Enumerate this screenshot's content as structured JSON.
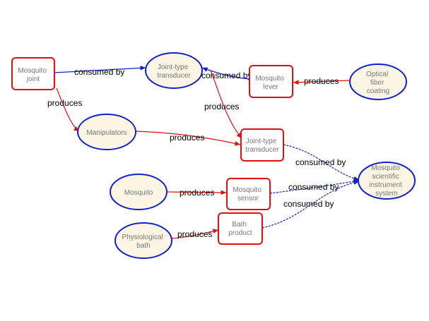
{
  "colors": {
    "produces": "#dd1111",
    "consumed_by": "#1122cc",
    "ellipse_fill": "#fbf6e4",
    "node_text": "#777777"
  },
  "nodes": {
    "mosquito_joint": {
      "shape": "rect",
      "lines": [
        "Mosquito",
        "joint"
      ]
    },
    "joint_transducer_top": {
      "shape": "ellipse",
      "lines": [
        "Joint-type",
        "transducer"
      ]
    },
    "mosquito_lever": {
      "shape": "rect",
      "lines": [
        "Mosquito",
        "lever"
      ]
    },
    "optical_fiber": {
      "shape": "ellipse",
      "lines": [
        "Optical",
        "fiber",
        "coating"
      ]
    },
    "manipulators": {
      "shape": "ellipse",
      "lines": [
        "Manipulators"
      ]
    },
    "joint_transducer_mid": {
      "shape": "rect",
      "lines": [
        "Joint-type",
        "transducer"
      ]
    },
    "mosquito_instrument": {
      "shape": "ellipse",
      "lines": [
        "Mosquito",
        "scientific",
        "instrument",
        "system"
      ]
    },
    "mosquito": {
      "shape": "ellipse",
      "lines": [
        "Mosquito"
      ]
    },
    "mosquito_sensor": {
      "shape": "rect",
      "lines": [
        "Mosquito",
        "sensor"
      ]
    },
    "physiological_bath": {
      "shape": "ellipse",
      "lines": [
        "Physiological",
        "bath"
      ]
    },
    "bath_product": {
      "shape": "rect",
      "lines": [
        "Bath",
        "product"
      ]
    }
  },
  "edges": [
    {
      "id": "e1",
      "kind": "consumed_by",
      "label": "consumed by"
    },
    {
      "id": "e2",
      "kind": "produces",
      "label": "produces"
    },
    {
      "id": "e3",
      "kind": "consumed_by",
      "label": "consumed by"
    },
    {
      "id": "e4",
      "kind": "produces",
      "label": "produces"
    },
    {
      "id": "e5",
      "kind": "produces",
      "label": "produces"
    },
    {
      "id": "e6",
      "kind": "produces",
      "label": "produces"
    },
    {
      "id": "e7",
      "kind": "consumed_by",
      "label": "consumed by"
    },
    {
      "id": "e8",
      "kind": "produces",
      "label": "produces"
    },
    {
      "id": "e9",
      "kind": "consumed_by",
      "label": "consumed by"
    },
    {
      "id": "e10",
      "kind": "produces",
      "label": "produces"
    },
    {
      "id": "e11",
      "kind": "consumed_by",
      "label": "consumed by"
    }
  ]
}
